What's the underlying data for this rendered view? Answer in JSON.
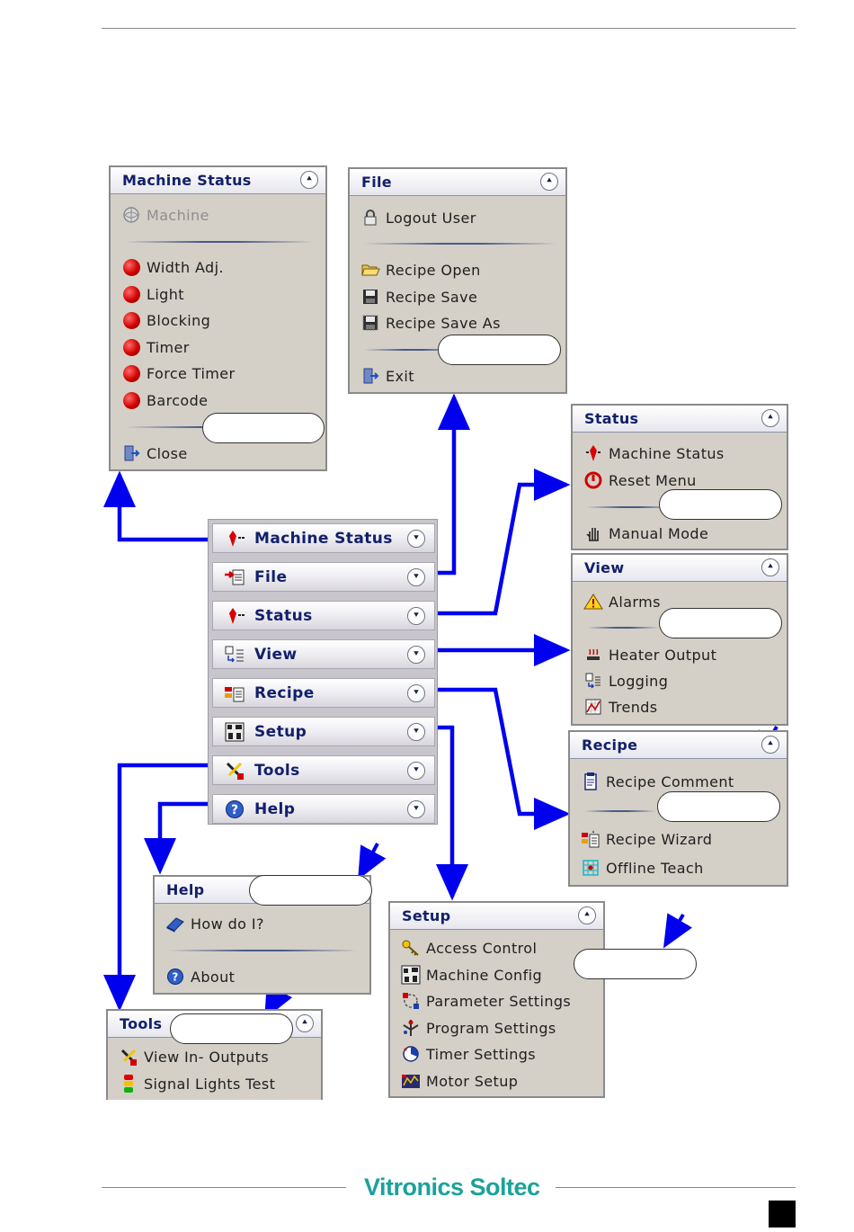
{
  "colors": {
    "arrow": "#0000ee",
    "title": "#12206a",
    "panel_bg": "#d4d0c8",
    "brand": "#1aa29a"
  },
  "footer": {
    "brand": "Vitronics Soltec"
  },
  "main_menu": [
    {
      "label": "Machine Status",
      "icon": "machine-status-icon"
    },
    {
      "label": "File",
      "icon": "file-icon"
    },
    {
      "label": "Status",
      "icon": "status-icon"
    },
    {
      "label": "View",
      "icon": "view-icon"
    },
    {
      "label": "Recipe",
      "icon": "recipe-icon"
    },
    {
      "label": "Setup",
      "icon": "setup-icon"
    },
    {
      "label": "Tools",
      "icon": "tools-icon"
    },
    {
      "label": "Help",
      "icon": "help-icon"
    }
  ],
  "panels": {
    "machine_status": {
      "title": "Machine Status",
      "items": [
        "Machine",
        "Width Adj.",
        "Light",
        "Blocking",
        "Timer",
        "Force Timer",
        "Barcode",
        "Close"
      ]
    },
    "file": {
      "title": "File",
      "items": [
        "Logout User",
        "Recipe Open",
        "Recipe Save",
        "Recipe Save As",
        "Exit"
      ]
    },
    "status": {
      "title": "Status",
      "items": [
        "Machine Status",
        "Reset Menu",
        "Manual Mode"
      ]
    },
    "view": {
      "title": "View",
      "items": [
        "Alarms",
        "Heater Output",
        "Logging",
        "Trends"
      ]
    },
    "recipe": {
      "title": "Recipe",
      "items": [
        "Recipe Comment",
        "Recipe Wizard",
        "Offline Teach"
      ]
    },
    "setup": {
      "title": "Setup",
      "items": [
        "Access Control",
        "Machine Config",
        "Parameter Settings",
        "Program Settings",
        "Timer Settings",
        "Motor Setup"
      ]
    },
    "help": {
      "title": "Help",
      "items": [
        "How do I?",
        "About"
      ]
    },
    "tools": {
      "title": "Tools",
      "items": [
        "View In- Outputs",
        "Signal Lights Test"
      ]
    }
  }
}
